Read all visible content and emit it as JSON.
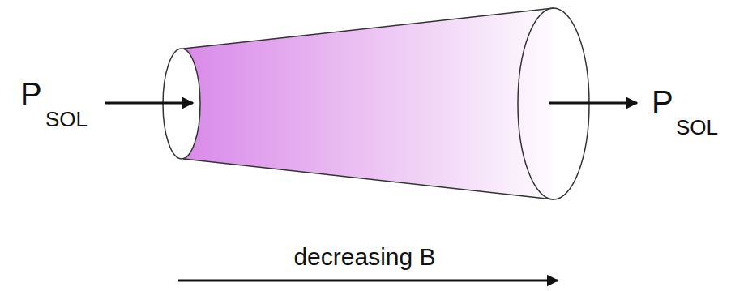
{
  "diagram": {
    "labels": [
      "P",
      "SOL",
      "P",
      "SOL",
      "decreasing B"
    ]
  }
}
